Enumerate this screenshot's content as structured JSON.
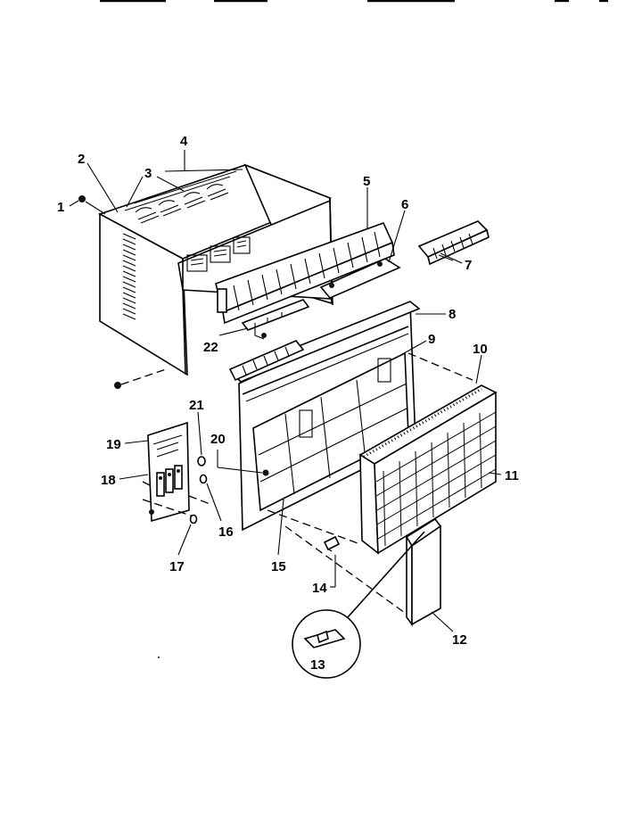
{
  "diagram": {
    "part_numbers": [
      "1",
      "2",
      "3",
      "4",
      "5",
      "6",
      "7",
      "8",
      "9",
      "10",
      "11",
      "12",
      "13",
      "14",
      "15",
      "16",
      "17",
      "18",
      "19",
      "20",
      "21",
      "22"
    ],
    "parts": {
      "p1": {
        "label": "1"
      },
      "p2": {
        "label": "2"
      },
      "p3": {
        "label": "3"
      },
      "p4": {
        "label": "4"
      },
      "p5": {
        "label": "5"
      },
      "p6": {
        "label": "6"
      },
      "p7": {
        "label": "7"
      },
      "p8": {
        "label": "8"
      },
      "p9": {
        "label": "9"
      },
      "p10": {
        "label": "10"
      },
      "p11": {
        "label": "11"
      },
      "p12": {
        "label": "12"
      },
      "p13": {
        "label": "13"
      },
      "p14": {
        "label": "14"
      },
      "p15": {
        "label": "15"
      },
      "p16": {
        "label": "16"
      },
      "p17": {
        "label": "17"
      },
      "p18": {
        "label": "18"
      },
      "p19": {
        "label": "19"
      },
      "p20": {
        "label": "20"
      },
      "p21": {
        "label": "21"
      },
      "p22": {
        "label": "22"
      }
    }
  }
}
